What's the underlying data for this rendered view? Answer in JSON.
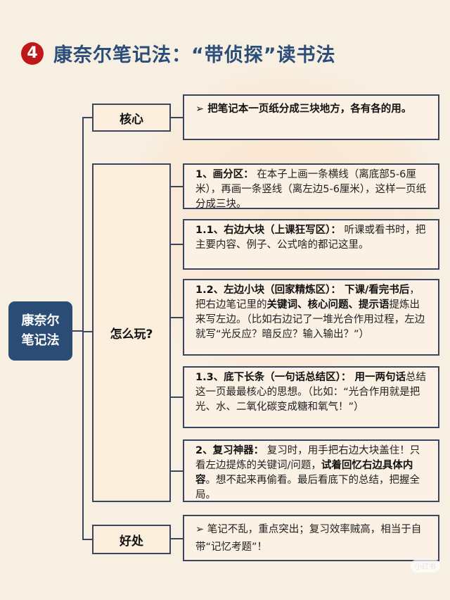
{
  "title": {
    "number": "4",
    "text": "康奈尔笔记法：“带侦探”读书法"
  },
  "root": {
    "label": "康奈尔\n笔记法"
  },
  "branches": [
    {
      "label": "核心"
    },
    {
      "label": "怎么玩?"
    },
    {
      "label": "好处"
    }
  ],
  "cards": [
    [
      {
        "t": "➢ 把笔记本一页纸分成三块地方，各有各的用。",
        "b": true
      }
    ],
    [
      {
        "t": "1、画分区：",
        "b": true
      },
      {
        "t": " 在本子上画一条横线（离底部5-6厘米），再画一条竖线（离左边5-6厘米），这样一页纸分成三块。",
        "b": false
      }
    ],
    [
      {
        "t": "1.1、右边大块（上课狂写区）：",
        "b": true
      },
      {
        "t": " 听课或看书时，把主要内容、例子、公式啥的都记这里。",
        "b": false
      }
    ],
    [
      {
        "t": "1.2、左边小块（回家精炼区）： 下课/看完书后",
        "b": true
      },
      {
        "t": "，把右边笔记里的",
        "b": false
      },
      {
        "t": "关键词、核心问题、提示语",
        "b": true
      },
      {
        "t": "提炼出来写左边。（比如右边记了一堆光合作用过程，左边就写“光反应？暗反应？输入输出？”）",
        "b": false
      }
    ],
    [
      {
        "t": "1.3、底下长条（一句话总结区）： 用一两句话",
        "b": true
      },
      {
        "t": "总结这一页最最核心的思想。（比如：“光合作用就是把光、水、二氧化碳变成糖和氧气！”）",
        "b": false
      }
    ],
    [
      {
        "t": "2、复习神器：",
        "b": true
      },
      {
        "t": " 复习时，用手把右边大块盖住！只看左边提炼的关键词/问题，",
        "b": false
      },
      {
        "t": "试着回忆右边具体内容",
        "b": true
      },
      {
        "t": "。想不起来再偷看。最后看底下的总结，把握全局。",
        "b": false
      }
    ],
    [
      {
        "t": "➢ 笔记不乱，重点突出；复习效率贼高，相当于自带“记忆考题”！",
        "b": false
      }
    ]
  ],
  "watermark": "小红书"
}
